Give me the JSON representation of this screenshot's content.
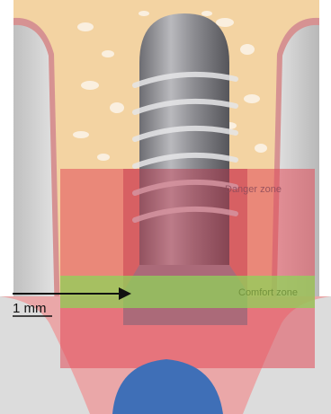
{
  "diagram": {
    "labels": {
      "danger_zone": "Danger zone",
      "comfort_zone": "Comfort zone",
      "scale": "1 mm"
    },
    "colors": {
      "bone": "#f3d3a2",
      "gum": "#eaa7a8",
      "danger_zone": "#e24b57",
      "comfort_zone": "#8fd35a",
      "implant": "#8f8f93",
      "tooth_blue": "#3f6fb7"
    },
    "icons": {
      "arrow": "arrow-right-icon"
    }
  }
}
